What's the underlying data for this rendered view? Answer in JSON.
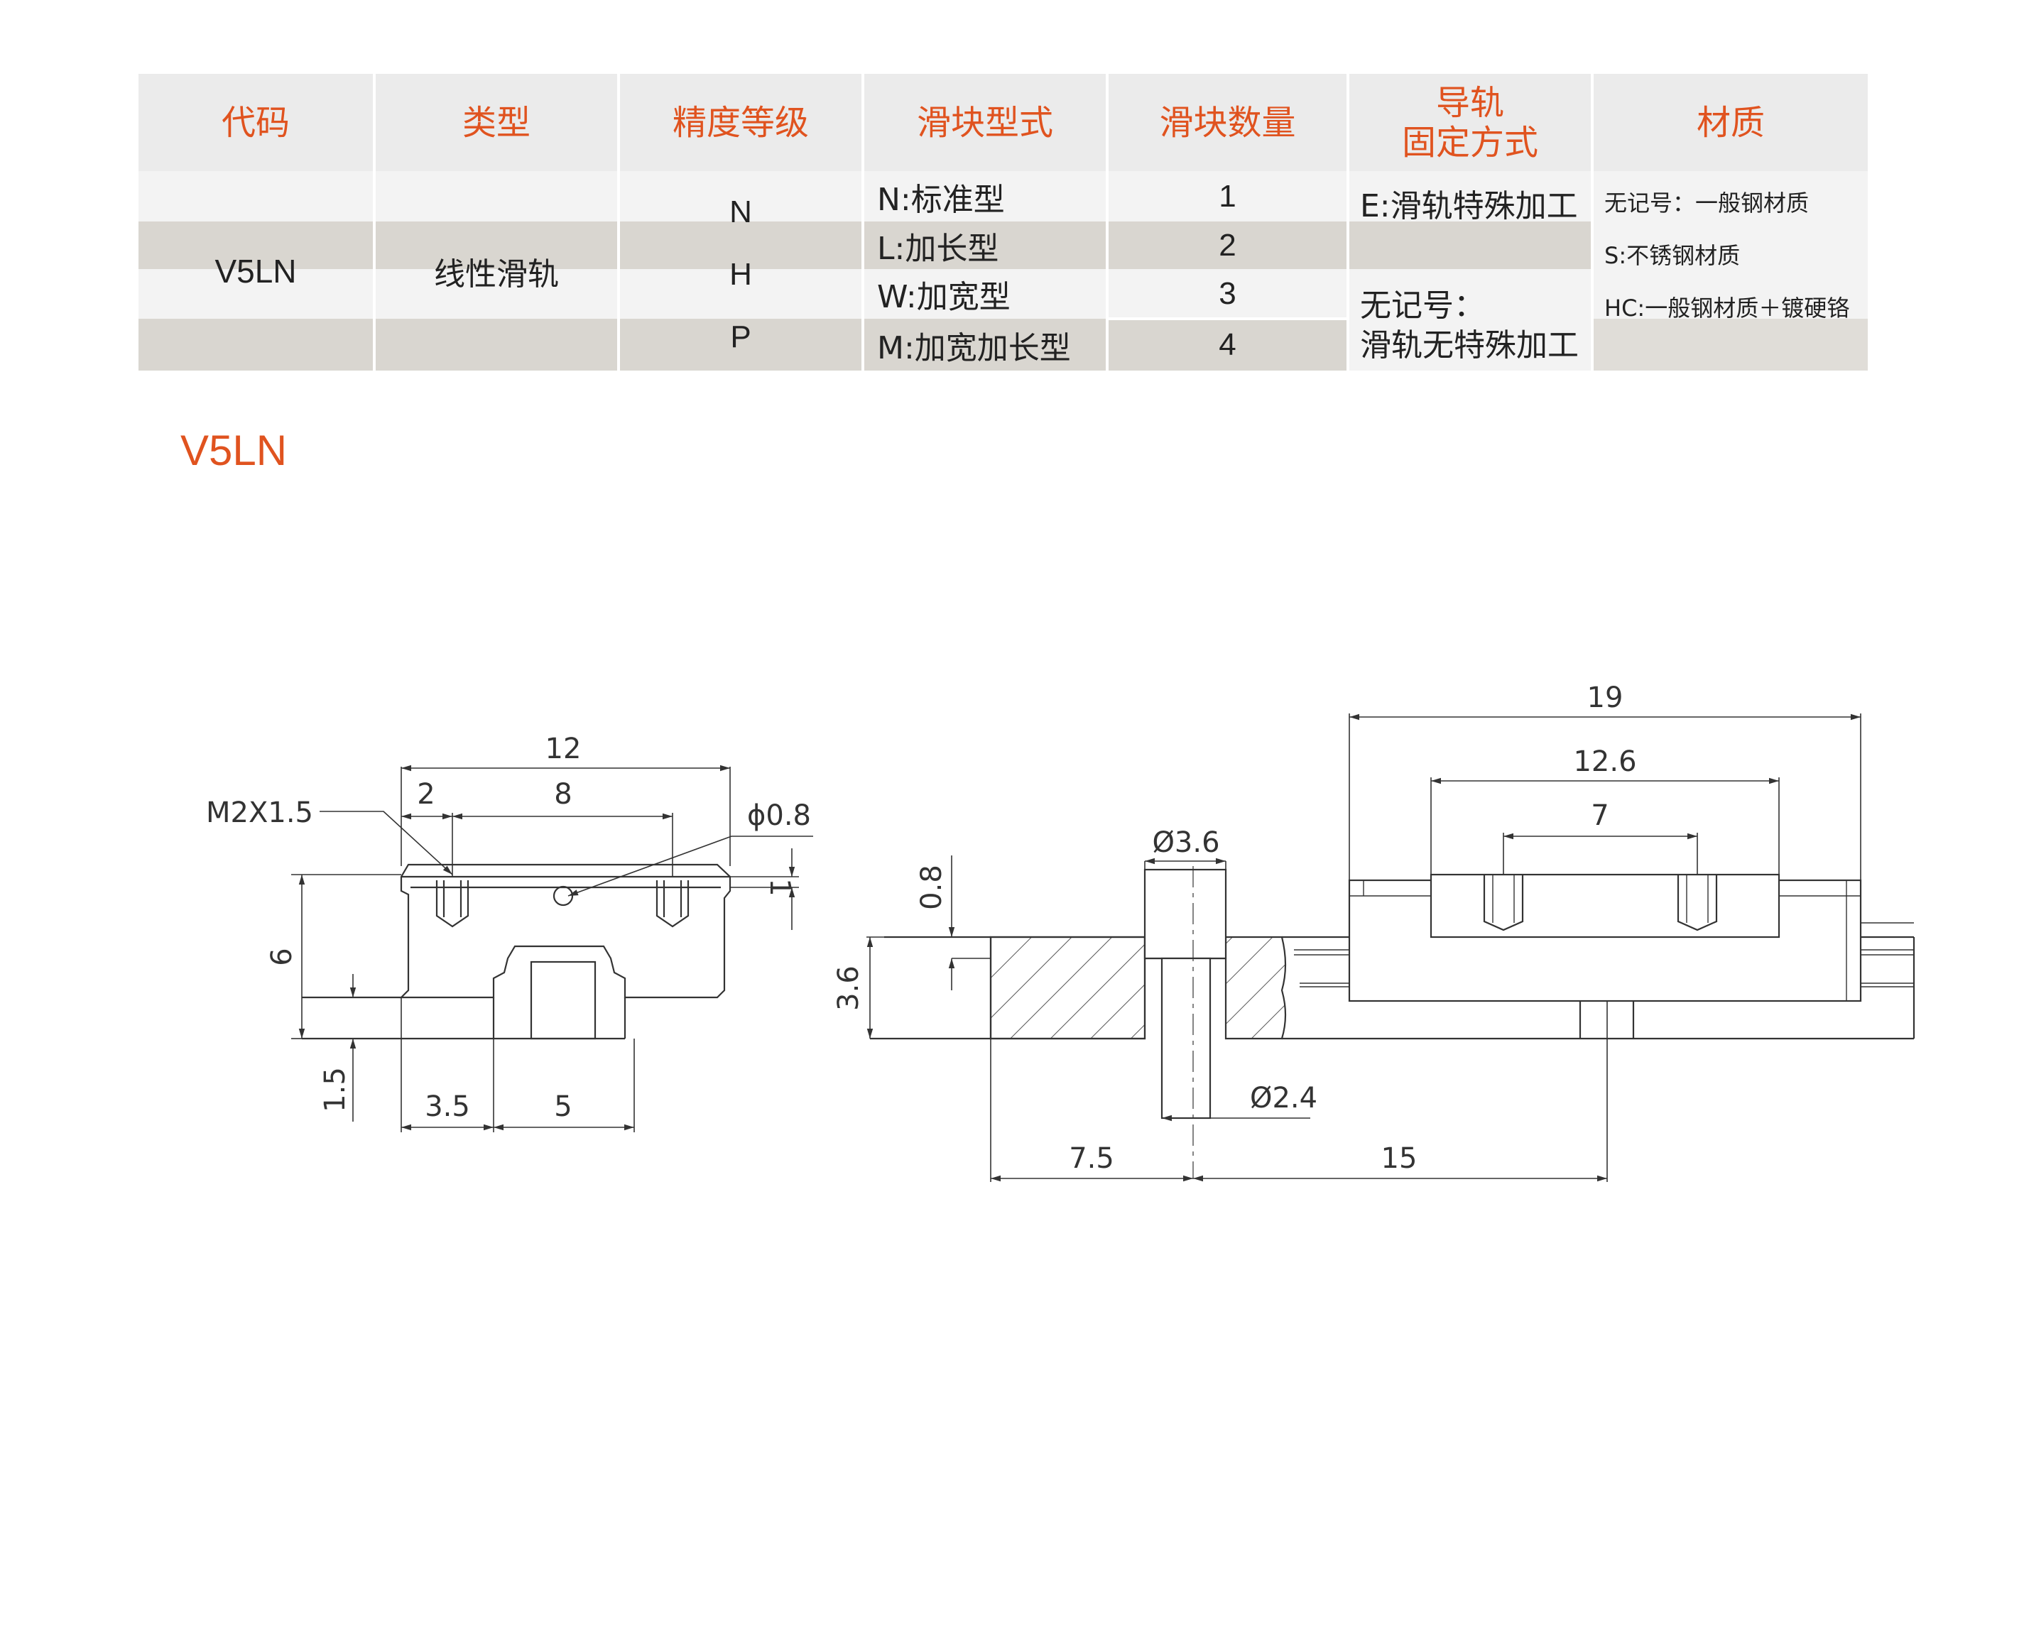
{
  "table": {
    "headers": [
      "代码",
      "类型",
      "精度等级",
      "滑块型式",
      "滑块数量",
      "导轨\n固定方式",
      "材质"
    ],
    "code": "V5LN",
    "type": "线性滑轨",
    "precision": [
      "N",
      "H",
      "P"
    ],
    "slider_types": [
      "N:标准型",
      "L:加长型",
      "W:加宽型",
      "M:加宽加长型"
    ],
    "slider_counts": [
      "1",
      "2",
      "3",
      "4"
    ],
    "rail_fixing": [
      "E:滑轨特殊加工",
      "无记号：",
      "滑轨无特殊加工"
    ],
    "materials": [
      "无记号：一般钢材质",
      "S:不锈钢材质",
      "HC:一般钢材质＋镀硬铬"
    ]
  },
  "section_title": "V5LN",
  "drawing_left": {
    "dim_width": "12",
    "dim_2": "2",
    "dim_8": "8",
    "thread": "M2X1.5",
    "hole": "ϕ0.8",
    "dim_1": "1",
    "dim_6": "6",
    "dim_1_5": "1.5",
    "dim_3_5": "3.5",
    "dim_5": "5"
  },
  "drawing_right": {
    "dim_19": "19",
    "dim_12_6": "12.6",
    "dim_7": "7",
    "dim_0_8": "0.8",
    "dim_3_6_dia": "Ø3.6",
    "dim_3_6": "3.6",
    "dim_2_4_dia": "Ø2.4",
    "dim_7_5": "7.5",
    "dim_15": "15"
  },
  "colors": {
    "accent": "#e0531f",
    "header_bg": "#ebebeb",
    "band_light": "#f3f3f3",
    "band_dark": "#d9d6d0",
    "line": "#333333"
  }
}
